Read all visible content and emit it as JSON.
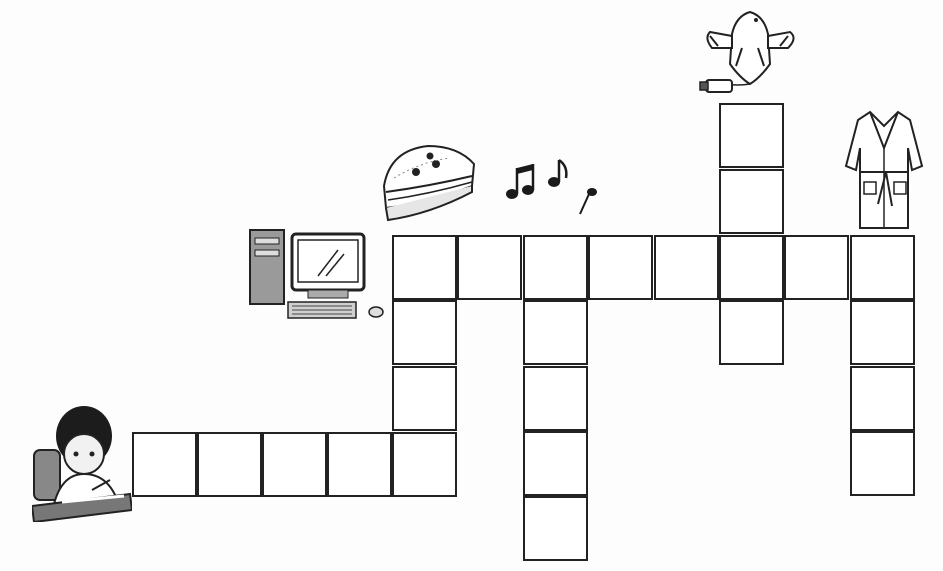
{
  "puzzle": {
    "type": "picture-crossword",
    "words": [
      {
        "clue_icon": "student-writing-icon",
        "direction": "across",
        "length": 5
      },
      {
        "clue_icon": "computer-icon",
        "direction": "down",
        "length": 4
      },
      {
        "clue_icon": "cake-icon",
        "direction": "across",
        "length": 8
      },
      {
        "clue_icon": "music-notes-icon",
        "direction": "down",
        "length": 5
      },
      {
        "clue_icon": "airplane-icon",
        "direction": "down",
        "length": 4
      },
      {
        "clue_icon": "bathrobe-icon",
        "direction": "down",
        "length": 4
      }
    ],
    "colors": {
      "grid_line": "#222222",
      "cell_fill": "#ffffff",
      "ink": "#1a1a1a"
    }
  }
}
